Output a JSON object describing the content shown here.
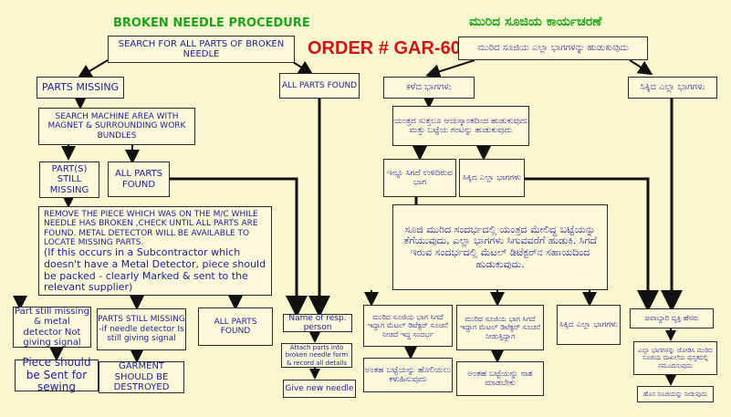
{
  "title_en": "BROKEN NEEDLE PROCEDURE",
  "title_kn": "ಮುರಿದ ಸೂಜಿಯ ಕಾರ್ಯಚರಣೆ",
  "order_label": "ORDER # GAR-60",
  "en": {
    "search_all": "SEARCH FOR ALL PARTS OF BROKEN NEEDLE",
    "parts_missing": "PARTS MISSING",
    "all_parts_found_top": "ALL PARTS FOUND",
    "search_machine": "SEARCH MACHINE AREA WITH MAGNET & SURROUNDING WORK BUNDLES",
    "still_missing": "PART(S) STILL MISSING",
    "all_parts_found_mid": "ALL PARTS FOUND",
    "remove_piece_caps": "REMOVE THE PIECE WHICH WAS ON THE M/C WHILE NEEDLE HAS BROKEN ,CHECK UNTIL ALL PARTS ARE FOUND. METAL DETECTOR WILL BE AVAILABLE TO LOCATE MISSING PARTS.",
    "remove_piece_note": "(If this occurs in a Subcontractor which doesn't have a Metal Detector, piece should be packed - clearly Marked & sent to the relevant supplier)",
    "still_missing_no_signal": "Part still missing & metal detector Not giving signal",
    "still_missing_signal": "PARTS STILL MISSING -if needle detector Is still giving signal",
    "all_parts_found_low": "ALL PARTS FOUND",
    "name_resp": "Name of resp. person",
    "attach_parts": "Attach parts into broken needle form & record all details",
    "give_new_needle": "Give new needle",
    "piece_sent": "Piece should be Sent for sewing",
    "garment_destroyed": "GARMENT SHOULD BE DESTROYED"
  },
  "kn": {
    "search_all": "ಮುರಿದ ಸೂಜಿಯ ಎಲ್ಲಾ ಭಾಗಗಳನ್ನು ಹುಡುಕುವುದು",
    "parts_missing": "ಕಳೆದ ಭಾಗಗಳು",
    "all_found_top": "ಸಿಕ್ಕಿದ ಎಲ್ಲಾ ಭಾಗಗಳು",
    "search_machine": "ಯಂತ್ರದ ಸುತ್ತಲೂ ಆಯಸ್ಕಾಂತದಿಂದ ಹುಡುಕುವುದು ಮತ್ತು ಬಟ್ಟೆಯ ಗಂಟನ್ನು ಹುಡುಕುವುದು",
    "still_missing": "ಇನ್ನೂ ಸಿಗದೆ ಉಳಿದಿರುವ ಭಾಗ",
    "all_found_mid": "ಸಿಕ್ಕಿದ ಎಲ್ಲಾ ಭಾಗಗಳು",
    "remove_piece": "ಸೂಜಿ ಮುರಿದ ಸಂದರ್ಭದಲ್ಲಿ ಯಂತ್ರದ ಮೇಲಿದ್ದ ಬಟ್ಟೆಯನ್ನು ತೆಗೆಯುವುದು, ಎಲ್ಲಾ ಭಾಗಗಳು ಸಿಗುವವರೆಗೆ ಹುಡುಕಿ. ಸಿಗದೆ ಇರುವ ಸಂದರ್ಭದಲ್ಲಿ ಮೆಟಲ್ ಡಿಟೆಕ್ಟರ್‌ನ ಸಹಾಯದಿಂದ ಹುಡುಕುವುದು.",
    "missing_no_signal": "ಮುರಿದ ಸೂಜಿಯ ಭಾಗ ಸಿಗದೆ ಇದ್ದಾಗ ಮೆಟಲ್ ಡಿಟೆಕ್ಟರ್ ಸೂಚನೆ ನೀಡದೆ ಇದ್ದ ಸಂದರ್ಭ",
    "missing_signal": "ಮುರಿದ ಸೂಜಿಯ ಭಾಗ ಸಿಗದೆ ಇದ್ದಾಗ ಮೆಟಲ್ ಡಿಟೆಕ್ಟರ್ ಸೂಚನೆ ನೀಡುತ್ತಿದ್ದಾಗ",
    "all_found_low": "ಸಿಕ್ಕಿದ ಎಲ್ಲಾ ಭಾಗಗಳು",
    "name_resp": "ಜವಾಬ್ದಾರಿ ವ್ಯಕ್ತಿ ಹೆಸರು",
    "attach_parts": "ಎಲ್ಲಾ ಭಾಗಗಳನ್ನು ಜೋಡಿಸಿ ಮುರಿದ ಸೂಜಿಯ ದಾಖಲೆಯ ಪುಸ್ತಕದಲ್ಲಿ ನಮೂದಿಸುವುದು",
    "new_needle": "ಹೊಸ ಸೂಜಿಯನ್ನು ನೀಡುವುದು",
    "send_sewing": "ಅಂತಹ ಬಟ್ಟೆಯನ್ನು ಹೊಲಿಯಲು ಕಳುಹಿಸುವುದು",
    "destroy": "ಅಂತಹ ಬಟ್ಟೆಯನ್ನು ನಾಶ ಮಾಡಬೇಕು"
  },
  "colors": {
    "background": "#f9f7cf",
    "title_green": "#1ea31a",
    "order_red": "#d31212",
    "text_blue": "#1d1d9a"
  }
}
